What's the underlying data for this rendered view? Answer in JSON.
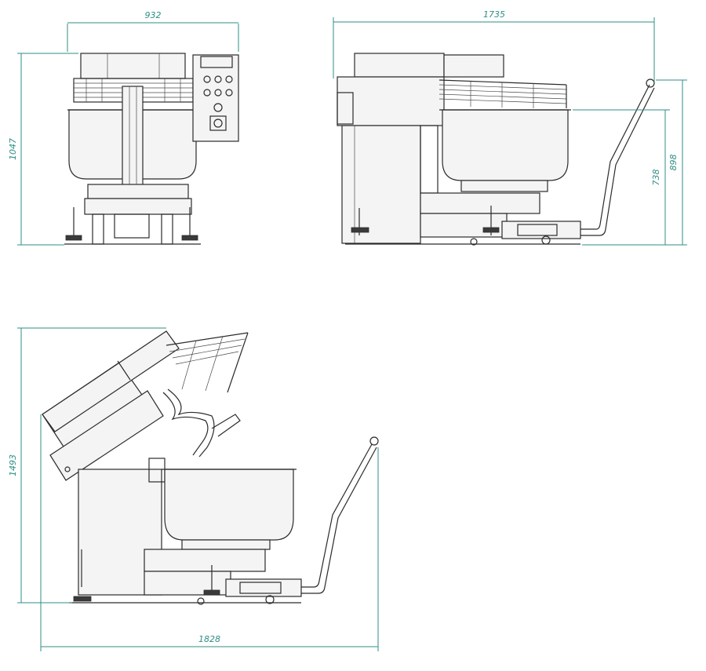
{
  "dimensions": {
    "front_width": "932",
    "front_height": "1047",
    "side_length": "1735",
    "side_handle_height": "898",
    "side_bowl_height": "738",
    "tilt_height": "1493",
    "tilt_length": "1828"
  },
  "colors": {
    "dimension": "#2f8f86",
    "outline": "#2b2b2b",
    "background": "#ffffff"
  }
}
